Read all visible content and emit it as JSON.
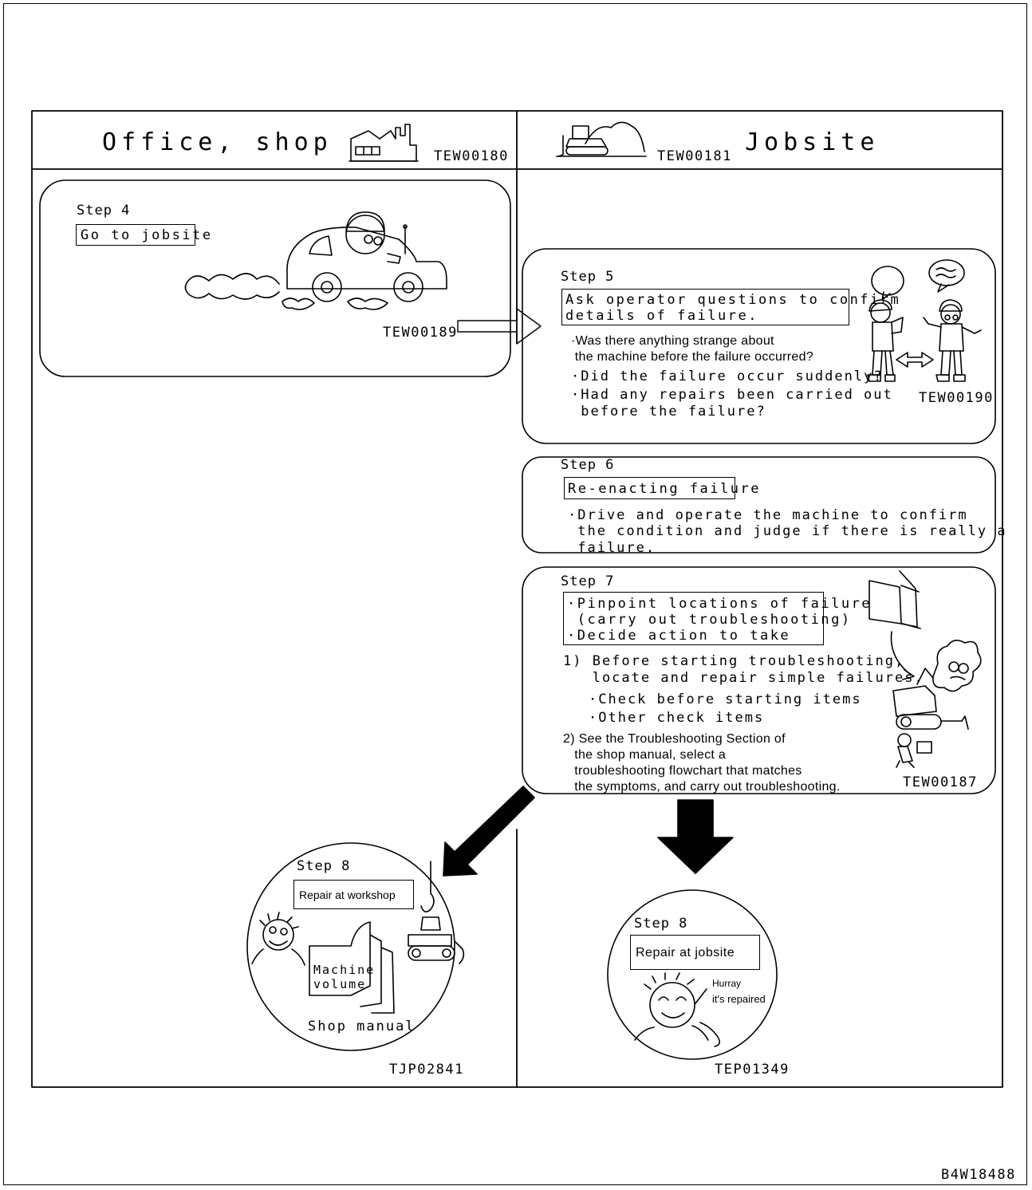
{
  "header": {
    "left_title": "Office, shop",
    "left_code": "TEW00180",
    "right_title": "Jobsite",
    "right_code": "TEW00181"
  },
  "step4": {
    "label": "Step 4",
    "box": "Go to jobsite",
    "code": "TEW00189"
  },
  "step5": {
    "label": "Step 5",
    "box_lines": [
      "Ask operator questions to confirm",
      "details of failure."
    ],
    "items": [
      "·Was there anything strange about",
      " the machine before the failure occurred?",
      "·Did the failure occur suddenly?",
      "·Had any repairs been carried out",
      " before the failure?"
    ],
    "code": "TEW00190"
  },
  "step6": {
    "label": "Step 6",
    "box": "Re-enacting failure",
    "lines": [
      "·Drive and operate the machine to confirm",
      " the condition and judge if there is really a",
      " failure."
    ]
  },
  "step7": {
    "label": "Step 7",
    "box_lines": [
      "·Pinpoint locations of failure",
      " (carry out troubleshooting)",
      "·Decide action to take"
    ],
    "item1_lines": [
      "1) Before starting troubleshooting,",
      "   locate and repair simple failures."
    ],
    "sub_lines": [
      "·Check before starting items",
      "·Other check items"
    ],
    "item2_lines": [
      "2) See the Troubleshooting Section of",
      "   the shop manual, select a",
      "   troubleshooting flowchart that matches",
      "   the symptoms, and carry out troubleshooting."
    ],
    "code": "TEW00187"
  },
  "step8_workshop": {
    "label": "Step 8",
    "box": "Repair at workshop",
    "book_lines": [
      "Machine",
      "volume"
    ],
    "caption": "Shop manual",
    "code": "TJP02841"
  },
  "step8_jobsite": {
    "label": "Step 8",
    "box": "Repair at jobsite",
    "speech_lines": [
      "Hurray",
      "it's repaired"
    ],
    "code": "TEP01349"
  },
  "footer_code": "B4W18488"
}
